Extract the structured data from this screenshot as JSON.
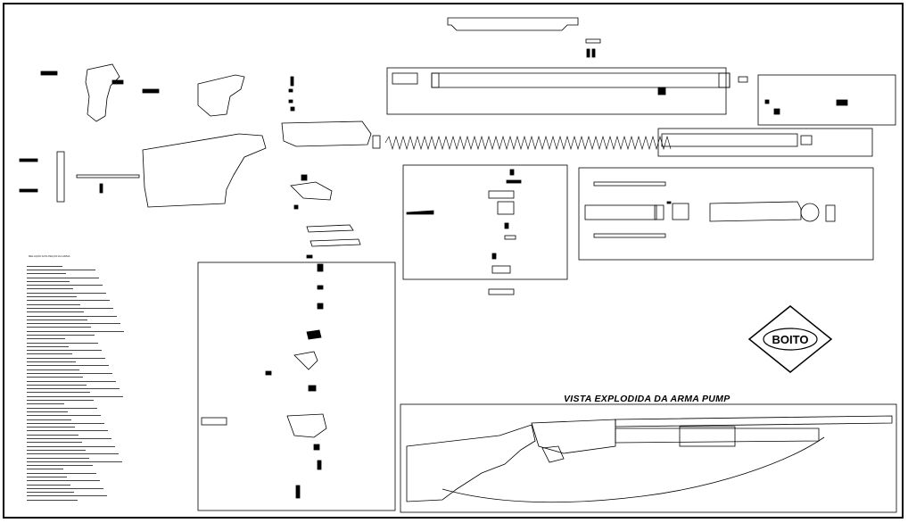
{
  "document": {
    "title": "VISTA EXPLODIDA DA ARMA PUMP",
    "logo_text": "BOITO"
  },
  "parts_list": {
    "header": "RELAÇÃO DAS PEÇAS DA ARMA",
    "rows": 62
  }
}
